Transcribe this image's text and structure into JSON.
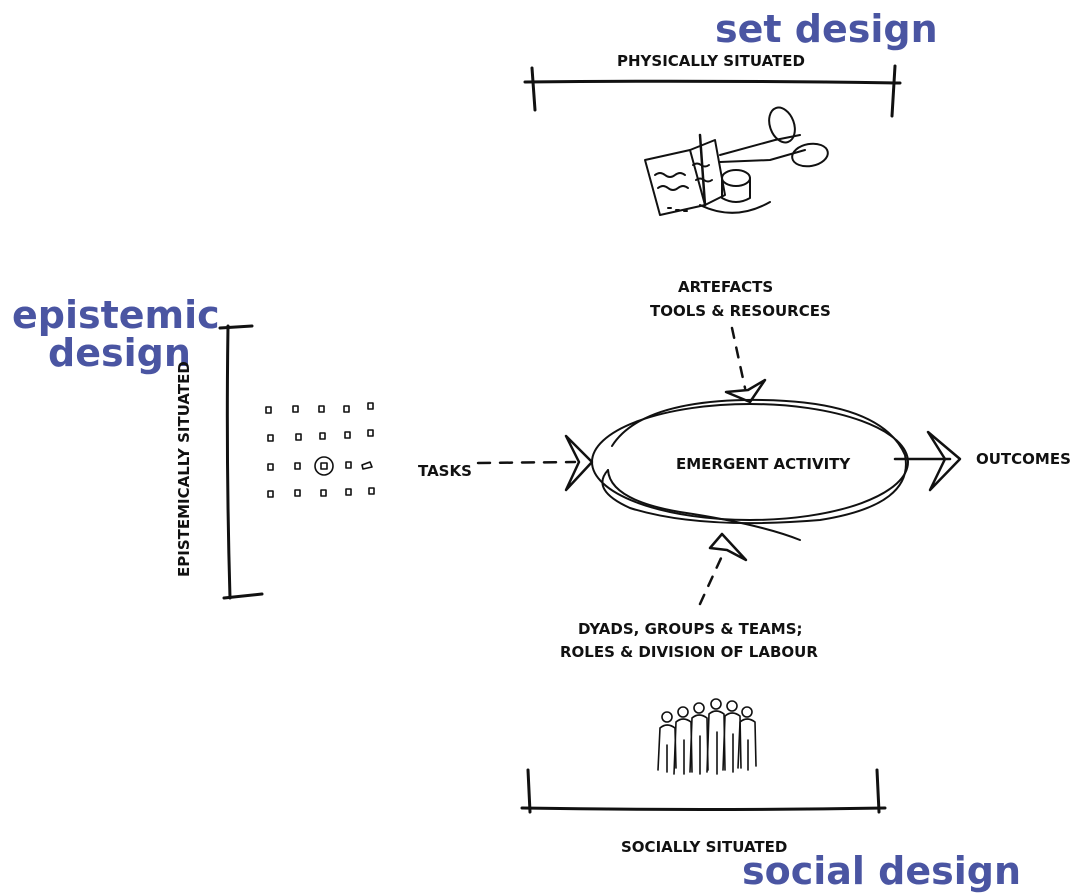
{
  "headings": {
    "set_design": "set design",
    "epistemic_design_line1": "epistemic",
    "epistemic_design_line2": "design",
    "social_design": "social design"
  },
  "labels": {
    "physically_situated": "PHYSICALLY SITUATED",
    "epistemically_situated": "EPISTEMICALLY SITUATED",
    "socially_situated": "SOCIALLY SITUATED",
    "artefacts": "ARTEFACTS",
    "tools_resources": "TOOLS & RESOURCES",
    "tasks": "TASKS",
    "emergent_activity": "EMERGENT ACTIVITY",
    "outcomes": "OUTCOMES",
    "dyads": "DYADS, GROUPS & TEAMS;",
    "roles": "ROLES & DIVISION OF LABOUR"
  },
  "icons": {
    "physical": "book-scissors-sketch-icon",
    "epistemic": "task-grid-sketch-icon",
    "social": "group-of-people-sketch-icon"
  },
  "colors": {
    "heading": "#4a55a2",
    "ink": "#111111"
  }
}
